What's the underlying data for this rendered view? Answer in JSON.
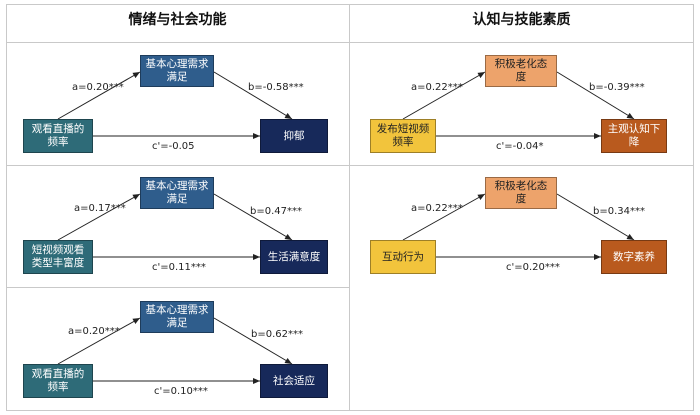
{
  "columns": {
    "left_title": "情绪与社会功能",
    "right_title": "认知与技能素质"
  },
  "panels": [
    {
      "mediator": "基本心理需求满足",
      "predictor": "观看直播的频率",
      "outcome": "抑郁",
      "a": "a=0.20***",
      "b": "b=-0.58***",
      "c": "c'=-0.05"
    },
    {
      "mediator": "积极老化态度",
      "predictor": "发布短视频频率",
      "outcome": "主观认知下降",
      "a": "a=0.22***",
      "b": "b=-0.39***",
      "c": "c'=-0.04*"
    },
    {
      "mediator": "基本心理需求满足",
      "predictor": "短视频观看类型丰富度",
      "outcome": "生活满意度",
      "a": "a=0.17***",
      "b": "b=0.47***",
      "c": "c'=0.11***"
    },
    {
      "mediator": "积极老化态度",
      "predictor": "互动行为",
      "outcome": "数字素养",
      "a": "a=0.22***",
      "b": "b=0.34***",
      "c": "c'=0.20***"
    },
    {
      "mediator": "基本心理需求满足",
      "predictor": "观看直播的频率",
      "outcome": "社会适应",
      "a": "a=0.20***",
      "b": "b=0.62***",
      "c": "c'=0.10***"
    }
  ]
}
